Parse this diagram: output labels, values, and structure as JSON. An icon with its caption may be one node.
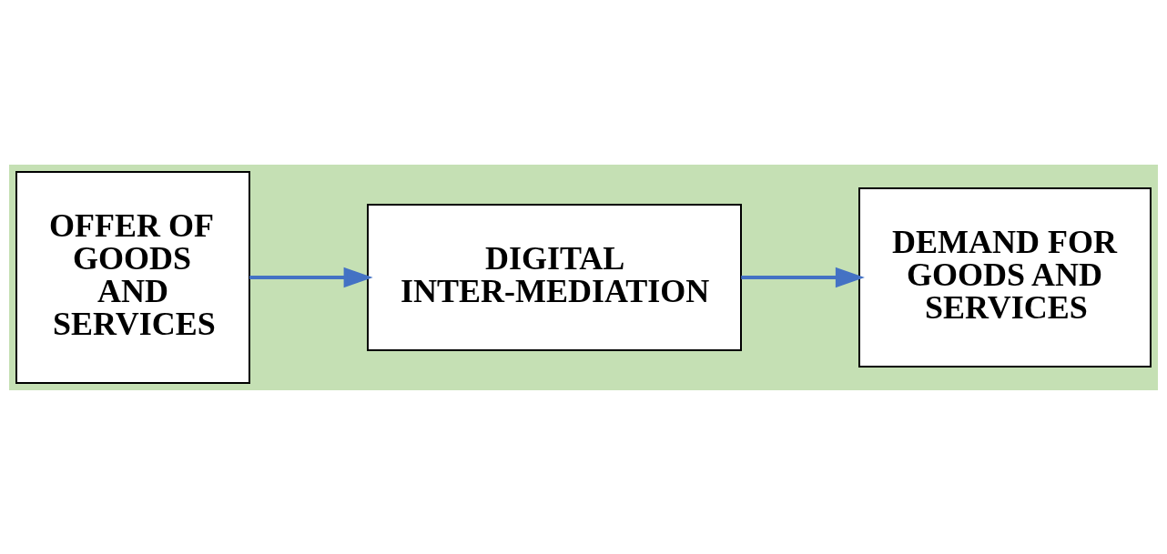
{
  "diagram": {
    "nodes": [
      {
        "text": [
          "OFFER OF GOODS AND SERVICES"
        ]
      },
      {
        "text": [
          "DIGITAL INTER-MEDIATION"
        ]
      },
      {
        "text": [
          "DEMAND FOR GOODS AND SERVICES"
        ]
      }
    ],
    "edges": [
      {
        "from": 0,
        "to": 1,
        "arrow": "to"
      },
      {
        "from": 1,
        "to": 2,
        "arrow": "to"
      }
    ]
  }
}
